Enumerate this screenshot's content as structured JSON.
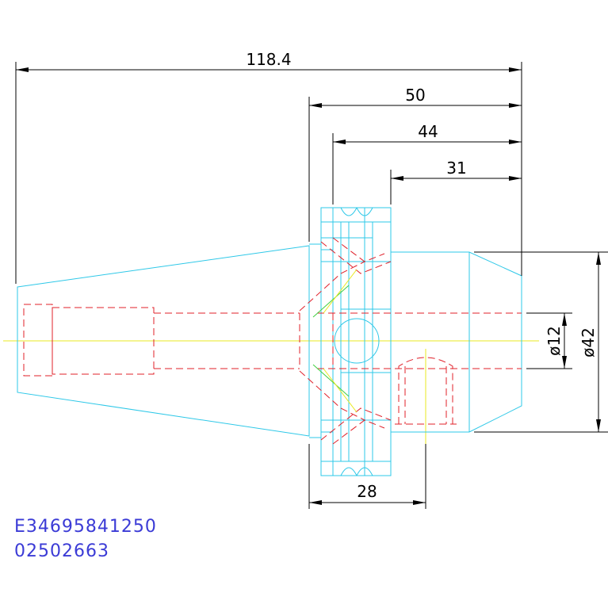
{
  "drawing": {
    "dimensions": {
      "overall_length": "118.4",
      "flange_to_end": "50",
      "flange_face_to_end": "44",
      "collar_to_end": "31",
      "flange_to_pin": "28",
      "bore_diameter": "ø12",
      "outer_diameter": "ø42"
    },
    "part_codes": [
      "E34695841250",
      "02502663"
    ]
  },
  "colors": {
    "outline": "#2ec8e8",
    "hidden": "#e0202a",
    "center": "#e8e820",
    "dimension": "#000000",
    "code_text": "#3b3bd6"
  }
}
